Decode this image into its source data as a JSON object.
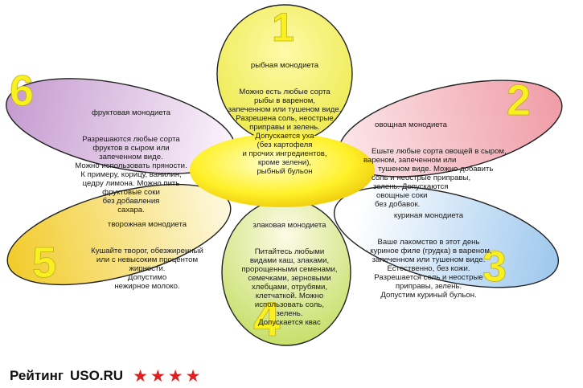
{
  "petals": [
    {
      "number": "1",
      "title": "рыбная монодиета",
      "lines": [
        "Можно есть любые сорта",
        "рыбы в вареном,",
        "запеченном или тушеном виде.",
        "Разрешена соль, неострые",
        "приправы и зелень.",
        "Допускается уха",
        "(без картофеля",
        "и прочих ингредиентов,",
        "кроме зелени),",
        "рыбный бульон"
      ],
      "colors": [
        "#fffaa8",
        "#ece94a"
      ]
    },
    {
      "number": "2",
      "title": "овощная монодиета",
      "lines": [
        "Ешьте любые сорта овощей в сыром,",
        "вареном, запеченном или",
        "тушеном виде. Можно добавить",
        "соль и неострые приправы,",
        "зелень. Допускаются",
        "овощные соки",
        "без добавок."
      ],
      "colors": [
        "#fbe7ea",
        "#f09ca6"
      ]
    },
    {
      "number": "3",
      "title": "куриная монодиета",
      "lines": [
        "Ваше лакомство в этот день",
        "- куриное филе (грудка) в вареном,",
        "запеченном или тушеном виде.",
        "Естественно, без кожи.",
        "Разрешается соль и неострые",
        "приправы, зелень.",
        "Допустим куриный бульон."
      ],
      "colors": [
        "#ffffff",
        "#9ec8ee"
      ]
    },
    {
      "number": "4",
      "title": "злаковая монодиета",
      "lines": [
        "Питайтесь любыми",
        "видами каш, злаками,",
        "пророщенными семенами,",
        "семечками, зерновыми",
        "хлебцами, отрубями,",
        "клетчаткой. Можно",
        "использовать соль,",
        "зелень.",
        "Допускается квас"
      ],
      "colors": [
        "#fdfbe6",
        "#c3dd62"
      ]
    },
    {
      "number": "5",
      "title": "творожная монодиета",
      "lines": [
        "Кушайте творог, обезжиренный",
        "или с невысоким процентом",
        "жирности.",
        "Допустимо",
        "нежирное молоко."
      ],
      "colors": [
        "#fdf9e0",
        "#f2cb2a"
      ]
    },
    {
      "number": "6",
      "title": "фруктовая монодиета",
      "lines": [
        "Разрешаются любые сорта",
        "фруктов в сыром или",
        "запеченном виде.",
        "Можно использовать пряности.",
        "К примеру, корицу, ванилин,",
        "цедру лимона. Можно пить",
        "фруктовые соки",
        "без добавления",
        "сахара."
      ],
      "colors": [
        "#fbf4fb",
        "#c69bd0"
      ]
    }
  ],
  "center_color": "#fff12a",
  "number_color": "#f8f020",
  "footer": {
    "rating_label": "Рейтинг",
    "site": "USO.RU",
    "stars": [
      "★",
      "★",
      "★",
      "★"
    ],
    "star_color": "#e02020"
  }
}
